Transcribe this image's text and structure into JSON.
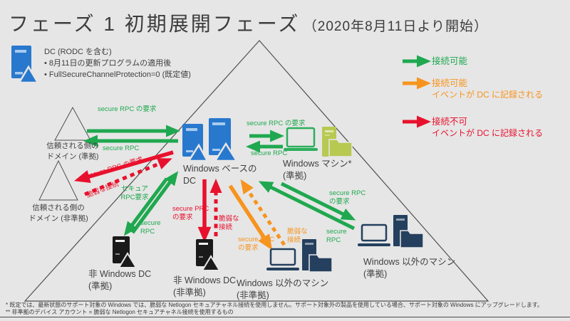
{
  "title": {
    "main": "フェーズ 1 初期展開フェーズ",
    "sub": "（2020年8月11日より開始）"
  },
  "dc_info": {
    "heading": "DC (RODC を含む)",
    "bullet1": "8月11日の更新プログラムの適用後",
    "bullet2": "FullSecureChannelProtection=0 (既定値)"
  },
  "legend": {
    "green_label": "接続可能",
    "orange_label": "接続可能",
    "orange_sub": "イベントが DC に記録される",
    "red_label": "接続不可",
    "red_sub": "イベントが DC に記録される"
  },
  "nodes": {
    "windows_dc_l1": "Windows ベースの",
    "windows_dc_l2": "DC",
    "windows_machine": "Windows マシン*",
    "windows_machine_sub": "(準拠)",
    "trusted1_l1": "信頼される側の",
    "trusted1_l2": "ドメイン (準拠)",
    "trusted2_l1": "信頼される側の",
    "trusted2_l2": "ドメイン (非準拠)",
    "nonwin_dc1": "非 Windows DC",
    "nonwin_dc1_sub": "(準拠)",
    "nonwin_dc2": "非 Windows DC",
    "nonwin_dc2_sub": "(非準拠)",
    "nonwin_machine1": "Windows 以外のマシン",
    "nonwin_machine1_sub": "(非準拠)",
    "nonwin_machine2": "Windows 以外のマシン",
    "nonwin_machine2_sub": "(準拠)"
  },
  "arrows": {
    "trusted_req": "secure RPC の要求",
    "trusted_resp": "secure RPC",
    "winmachine_req": "secure RPC の要求",
    "winmachine_resp": "secure RPC",
    "red_diag_req": "secure RPC の要求",
    "red_diag_weak": "脆弱な接続",
    "green_diag_req_l1": "セキュア",
    "green_diag_req_l2": "RPC要求",
    "green_diag_resp_l1": "secure",
    "green_diag_resp_l2": "RPC",
    "red_vert_req_l1": "secure PRC",
    "red_vert_req_l2": "の要求",
    "red_vert_weak_l1": "脆弱な",
    "red_vert_weak_l2": "接続",
    "orange_req_l1": "secure RPC",
    "orange_req_l2": "の要求",
    "orange_weak_l1": "脆弱な",
    "orange_weak_l2": "接続",
    "right_green_req_l1": "secure RPC",
    "right_green_req_l2": "の要求",
    "right_green_resp_l1": "secure",
    "right_green_resp_l2": "RPC"
  },
  "colors": {
    "green": "#1FA84F",
    "orange": "#F7941E",
    "red": "#E8112D",
    "blue": "#2878CE",
    "navy": "#24405E",
    "machine_green": "#B8C952"
  },
  "footnotes": {
    "line1": "* 既定では、最新状態のサポート対象の Windows では、脆弱な Netlogon セキュアチャネル接続を使用しません。サポート対象外の製品を使用している場合、サポート対象の Windows にアップグレードします。",
    "line2": "** 非準拠のデバイス アカウント = 脆弱な Netlogon セキュアチャネル接続を使用するもの"
  }
}
